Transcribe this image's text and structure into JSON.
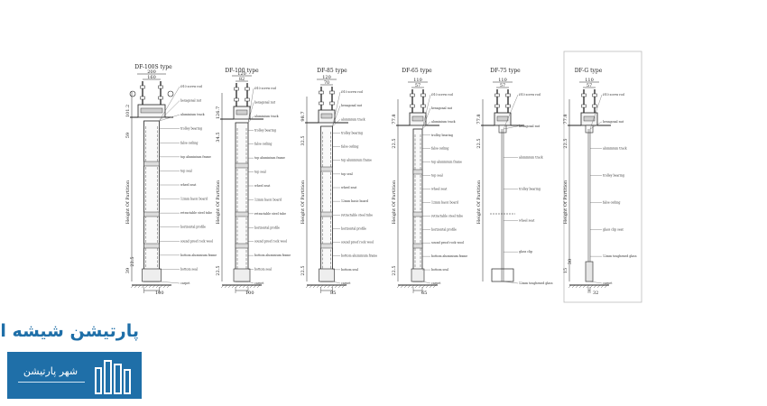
{
  "diagram": {
    "types": [
      {
        "title": "DF-100S type",
        "top_dims": [
          "200",
          "160"
        ],
        "side_dims": [
          "101.2",
          "59"
        ],
        "bottom_dims": [
          "39",
          "22.5"
        ],
        "width_dim": "100",
        "height_label": "Height Of Partition",
        "callouts": [
          "Ø10 screw rod",
          "hexagonal nut",
          "aluminium track",
          "trolley bearing",
          "false ceiling",
          "top aluminium frame",
          "top seal",
          "wheel seat",
          "12mm basic board",
          "retractable steel tube",
          "horizontal profile",
          "sound proof rock wool",
          "bottom aluminium frame",
          "bottom seal",
          "carpet"
        ]
      },
      {
        "title": "DF-100 type",
        "top_dims": [
          "120",
          "82"
        ],
        "side_dims": [
          "126.7",
          "34.5"
        ],
        "bottom_dims": [
          "22.5"
        ],
        "width_dim": "100",
        "height_label": "Height Of Partition",
        "callouts": [
          "Ø10 screw rod",
          "hexagonal nut",
          "aluminium track",
          "trolley bearing",
          "false ceiling",
          "top aluminium frame",
          "top seal",
          "wheel seat",
          "12mm basic board",
          "retractable steel tube",
          "horizontal profile",
          "sound proof rock wool",
          "bottom aluminium frame",
          "bottom seal",
          "carpet"
        ]
      },
      {
        "title": "DF-85 type",
        "top_dims": [
          "120",
          "70"
        ],
        "side_dims": [
          "98.7",
          "32.5"
        ],
        "bottom_dims": [
          "22.5"
        ],
        "width_dim": "85",
        "height_label": "Height Of Partition",
        "callouts": [
          "Ø10 screw rod",
          "hexagonal nut",
          "aluminium track",
          "trolley bearing",
          "false ceiling",
          "top aluminium frame",
          "top seal",
          "wheel seat",
          "12mm basic board",
          "retractable steel tube",
          "horizontal profile",
          "sound proof rock wool",
          "bottom aluminium frame",
          "bottom seal",
          "carpet"
        ]
      },
      {
        "title": "DF-65 type",
        "top_dims": [
          "110",
          "57"
        ],
        "side_dims": [
          "77.8",
          "22.5"
        ],
        "bottom_dims": [
          "22.5"
        ],
        "width_dim": "65",
        "height_label": "Height Of Partition",
        "callouts": [
          "Ø10 screw rod",
          "hexagonal nut",
          "aluminium track",
          "trolley bearing",
          "false ceiling",
          "top aluminium frame",
          "top seal",
          "wheel seat",
          "12mm basic board",
          "retractable steel tube",
          "horizontal profile",
          "sound proof rock wool",
          "bottom aluminium frame",
          "bottom seal",
          "carpet"
        ]
      },
      {
        "title": "DF-75 type",
        "top_dims": [
          "110",
          "57"
        ],
        "side_dims": [
          "77.8",
          "22.5"
        ],
        "bottom_dims": [],
        "width_dim": "",
        "height_label": "Height Of Partition",
        "callouts": [
          "Ø10 screw rod",
          "hexagonal nut",
          "aluminium track",
          "trolley bearing",
          "wheel seat",
          "glass clip",
          "12mm toughened glass"
        ]
      },
      {
        "title": "DF-G type",
        "top_dims": [
          "110",
          "57"
        ],
        "side_dims": [
          "77.8",
          "22.5"
        ],
        "bottom_dims": [
          "15",
          "30"
        ],
        "width_dim": "32",
        "height_label": "Height Of Partition",
        "callouts": [
          "Ø10 screw rod",
          "hexagonal nut",
          "aluminium track",
          "trolley bearing",
          "false ceiling",
          "glass clip seat",
          "12mm toughened glass",
          "carpet"
        ]
      }
    ]
  },
  "brand": {
    "heading": "پارتیشن شیشه ای",
    "logo_text": "شهر پارتیشن",
    "accent_color": "#1f6fa8"
  }
}
